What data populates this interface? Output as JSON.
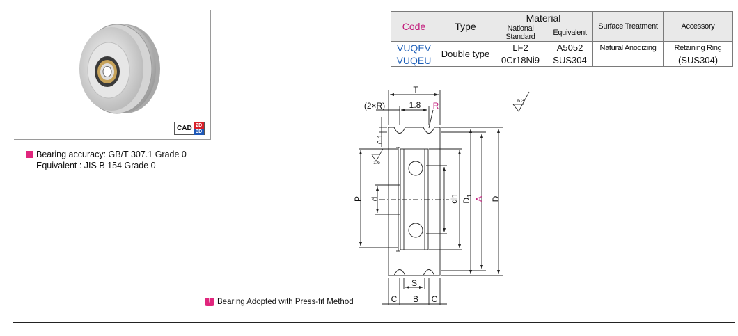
{
  "notes": {
    "bearing_accuracy": "Bearing accuracy: GB/T 307.1 Grade 0",
    "equivalent": "Equivalent : JIS B 154 Grade 0",
    "press_fit": "Bearing Adopted with Press-fit Method"
  },
  "cad_badge": {
    "label": "CAD",
    "two_d": "2D",
    "three_d": "3D"
  },
  "table": {
    "headers": {
      "code": "Code",
      "type": "Type",
      "material": "Material",
      "national_standard": "National Standard",
      "equivalent": "Equivalent",
      "surface_treatment": "Surface Treatment",
      "accessory": "Accessory"
    },
    "rows": [
      {
        "code": "VUQEV",
        "type": "Double type",
        "national": "LF2",
        "equivalent": "A5052",
        "surface": "Natural Anodizing",
        "accessory_line1": "Retaining Ring",
        "accessory_line2": "(SUS304)"
      },
      {
        "code": "VUQEU",
        "national": "0Cr18Ni9",
        "equivalent": "SUS304",
        "surface": "—"
      }
    ]
  },
  "drawing": {
    "T": "T",
    "twoR": "(2×R)",
    "dim18": "1.8",
    "R": "R",
    "dim01": "0.1",
    "rough16": "1.6",
    "rough63": "6.3",
    "P": "P",
    "d": "d",
    "dh": "dh",
    "D1": "D",
    "D1sub": "1",
    "A": "A",
    "D": "D",
    "S": "S",
    "C1": "C",
    "B": "B",
    "C2": "C"
  },
  "colors": {
    "code_header": "#c2187a",
    "code_value": "#1d5fb8",
    "accent_pink": "#e0267d",
    "cad_red": "#d8202a",
    "cad_blue": "#1d58b8"
  }
}
